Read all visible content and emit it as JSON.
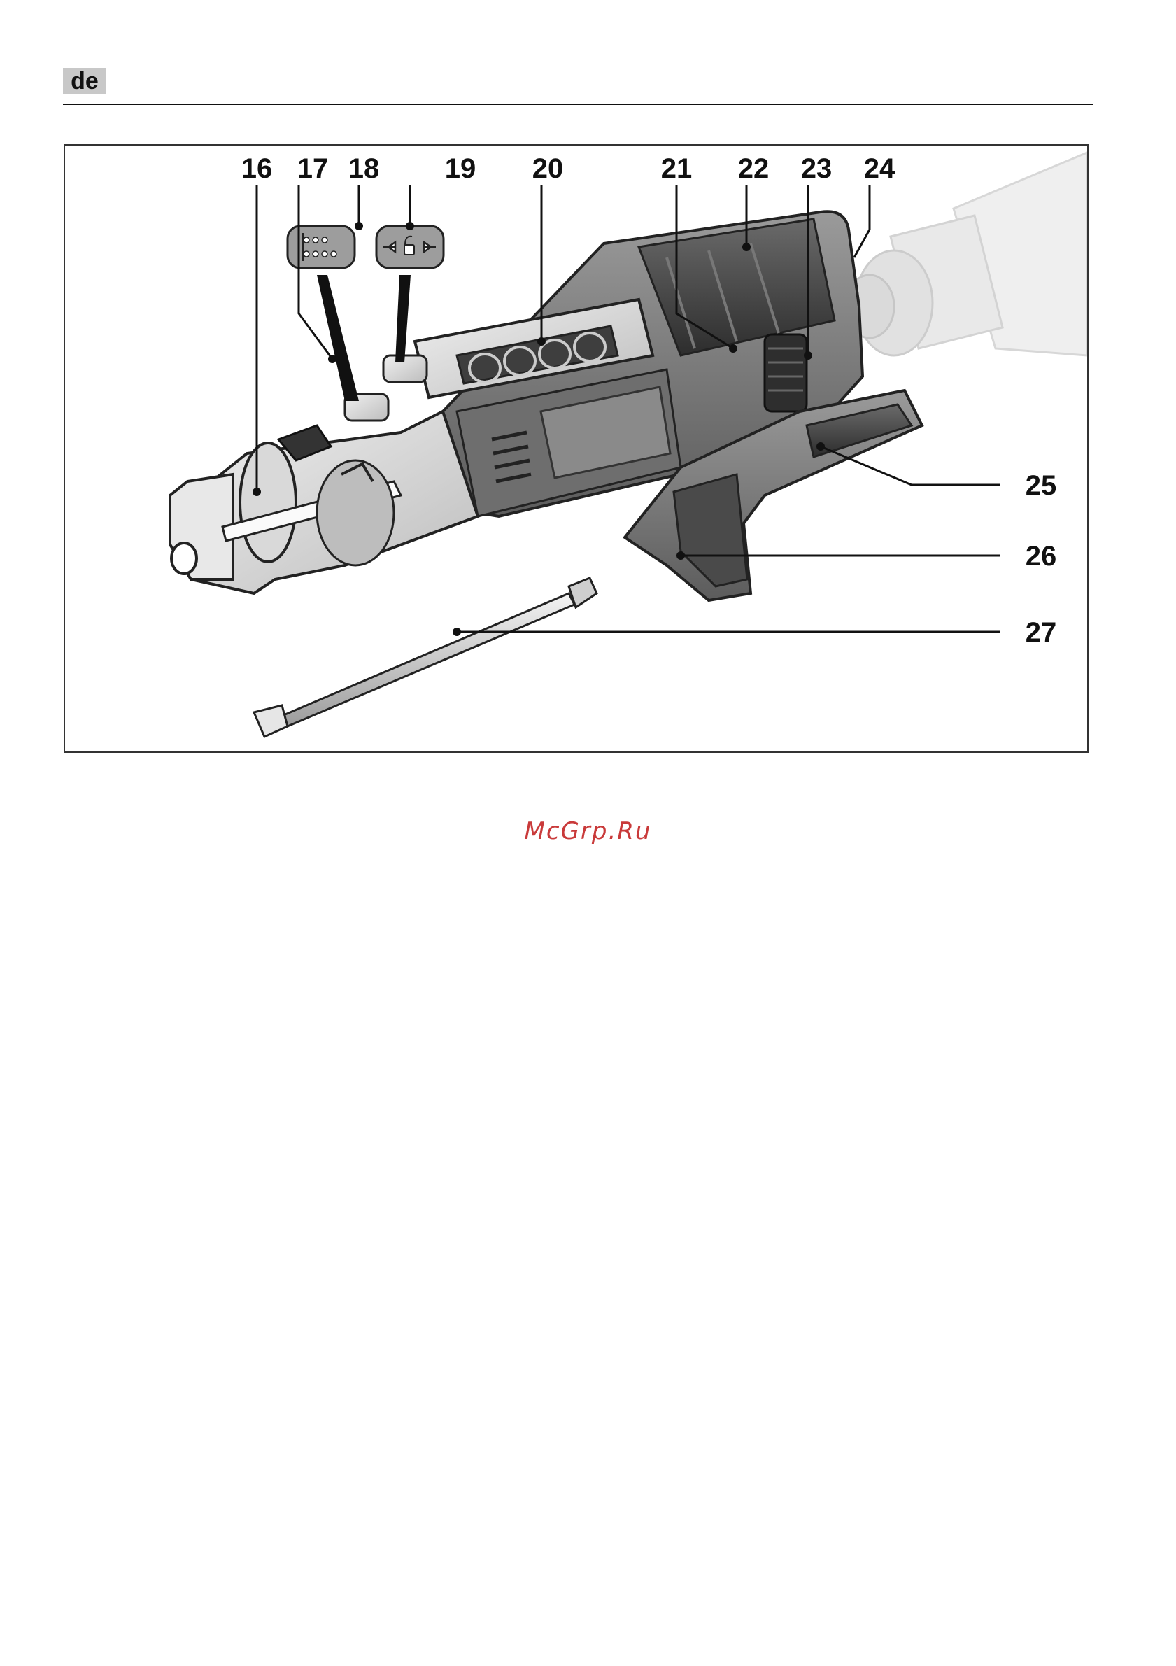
{
  "header": {
    "language_tag": "de"
  },
  "figure": {
    "callouts": {
      "c16": "16",
      "c17": "17",
      "c18": "18",
      "c19": "19",
      "c20": "20",
      "c21": "21",
      "c22": "22",
      "c23": "23",
      "c24": "24",
      "c25": "25",
      "c26": "26",
      "c27": "27"
    }
  },
  "watermark": "McGrp.Ru"
}
